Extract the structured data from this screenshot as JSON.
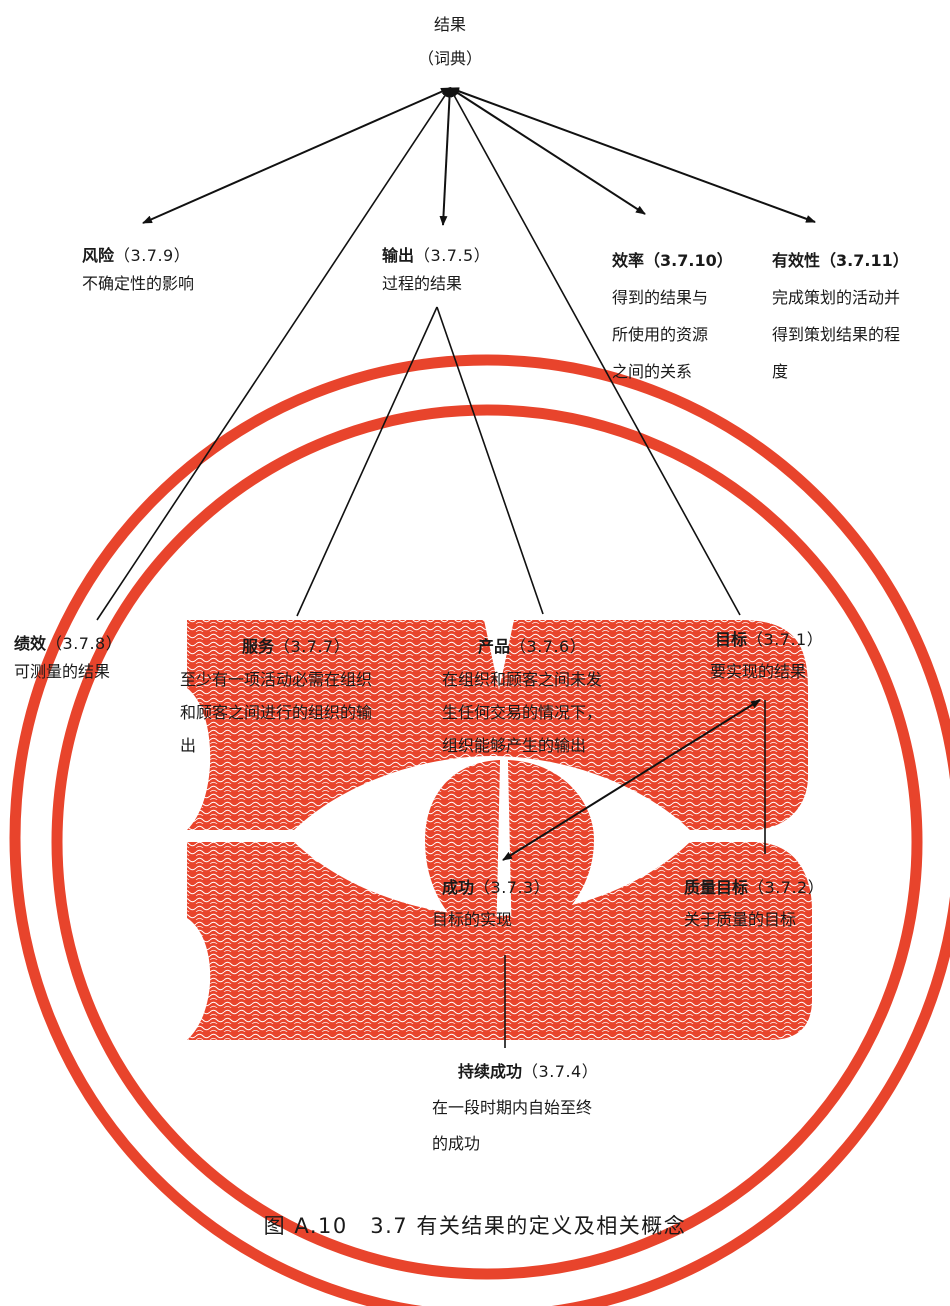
{
  "top": {
    "title": "结果",
    "subtitle": "（词典）"
  },
  "nodes": {
    "risk": {
      "title": "风险",
      "ref": "（3.7.9）",
      "lines": [
        "不确定性的影响"
      ]
    },
    "output": {
      "title": "输出",
      "ref": "（3.7.5）",
      "lines": [
        "过程的结果"
      ]
    },
    "efficiency": {
      "title": "效率",
      "ref": "（3.7.10）",
      "lines": [
        "得到的结果与",
        "所使用的资源",
        "之间的关系"
      ]
    },
    "effectiveness": {
      "title": "有效性",
      "ref": "（3.7.11）",
      "lines": [
        "完成策划的活动并",
        "得到策划结果的程",
        "度"
      ]
    },
    "performance": {
      "title": "绩效",
      "ref": "（3.7.8）",
      "lines": [
        "可测量的结果"
      ]
    },
    "service": {
      "title": "服务",
      "ref": "（3.7.7）",
      "lines": [
        "至少有一项活动必需在组织",
        "和顾客之间进行的组织的输",
        "出"
      ]
    },
    "product": {
      "title": "产品",
      "ref": "（3.7.6）",
      "lines": [
        "在组织和顾客之间未发",
        "生任何交易的情况下，",
        "组织能够产生的输出"
      ]
    },
    "objective": {
      "title": "目标",
      "ref": "（3.7.1）",
      "lines": [
        "要实现的结果"
      ]
    },
    "success": {
      "title": "成功",
      "ref": "（3.7.3）",
      "lines": [
        "目标的实现"
      ]
    },
    "quality_objective": {
      "title": "质量目标",
      "ref": "（3.7.2）",
      "lines": [
        "关于质量的目标"
      ]
    },
    "sustained_success": {
      "title": "持续成功",
      "ref": "（3.7.4）",
      "lines": [
        "在一段时期内自始至终",
        "的成功"
      ]
    }
  },
  "caption": "图 A.10　3.7 有关结果的定义及相关概念",
  "colors": {
    "ring": "#e8442c",
    "pattern": "#e8442c",
    "line": "#111111"
  }
}
